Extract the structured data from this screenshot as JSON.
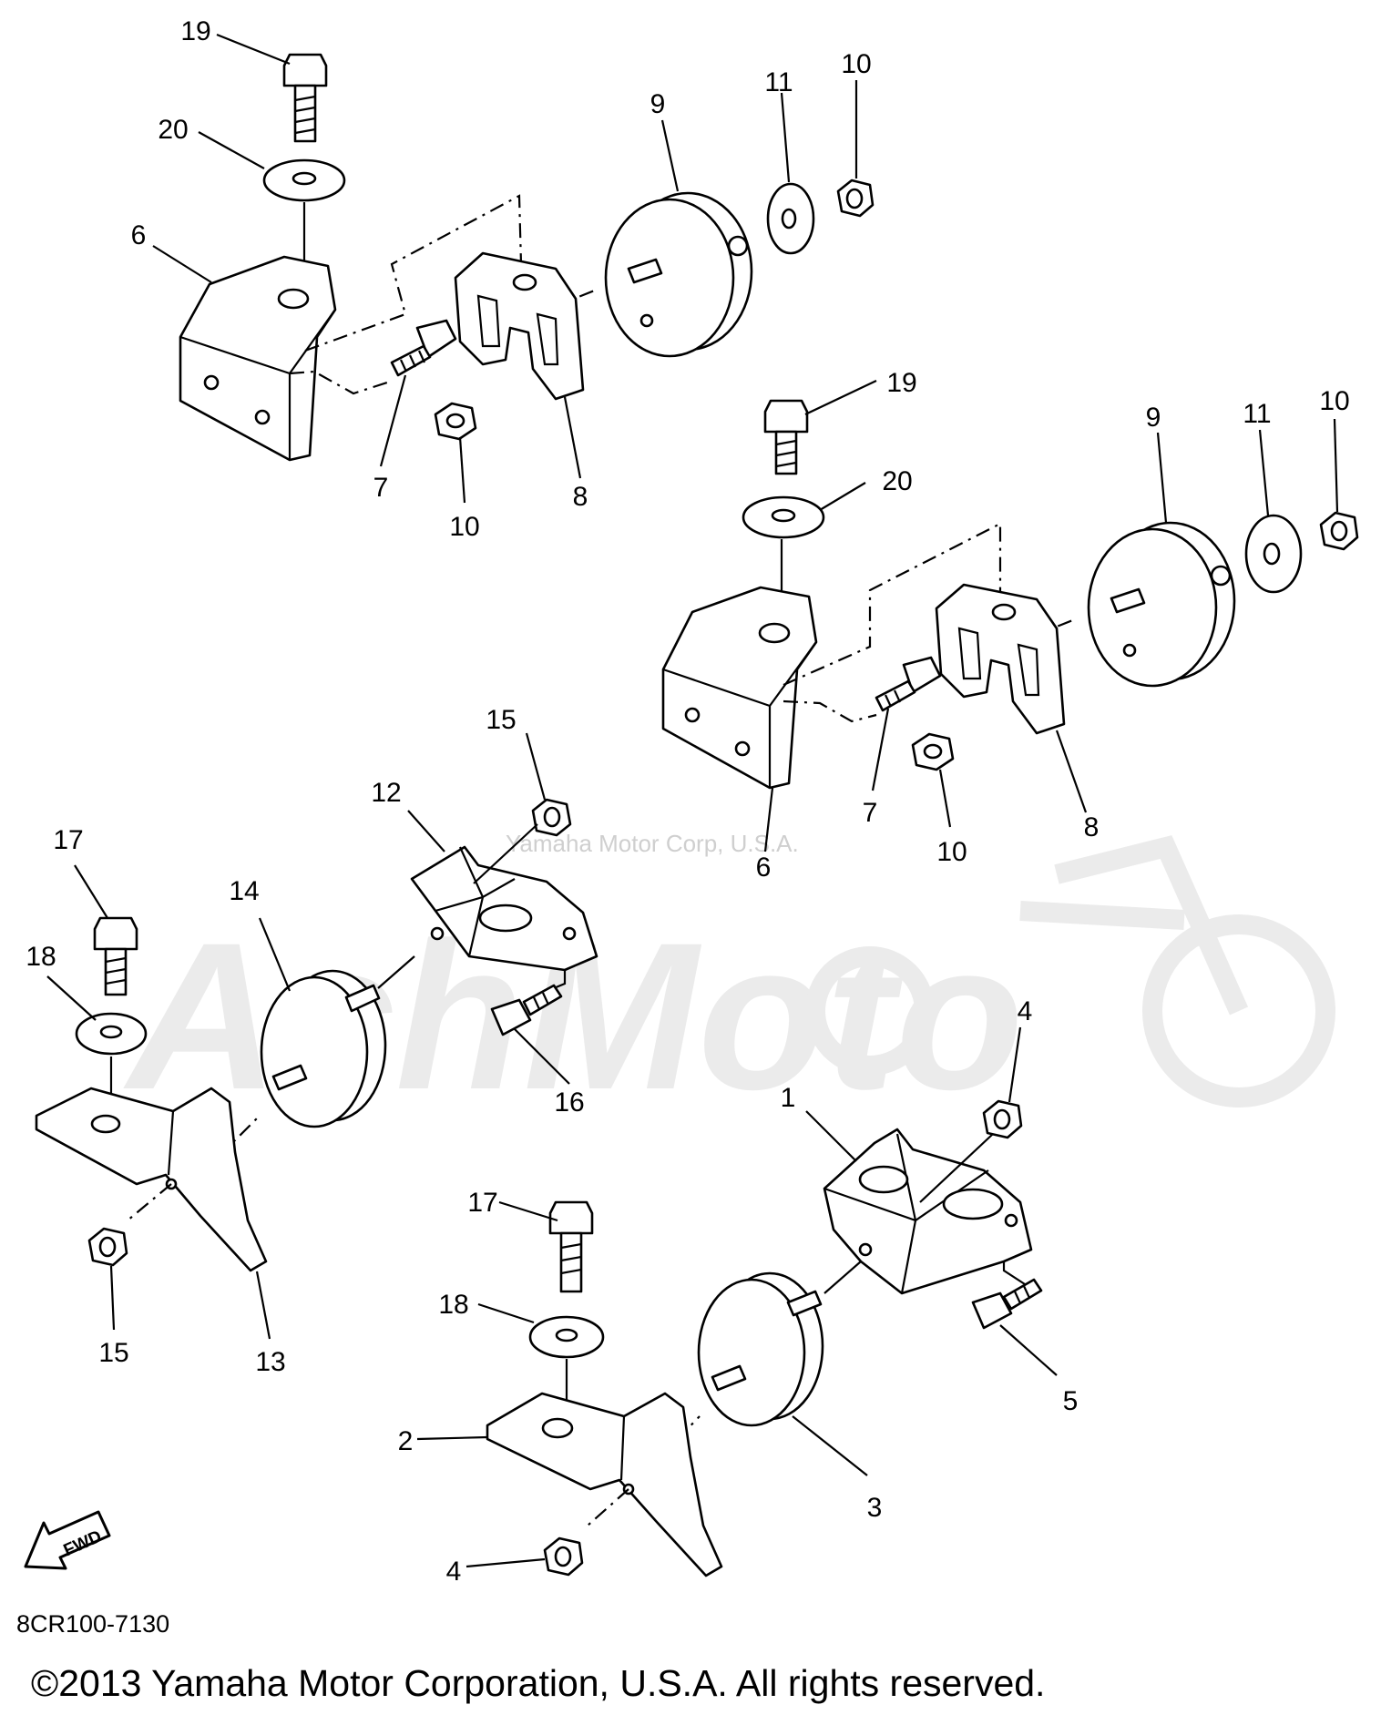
{
  "diagram_code": "8CR100-7130",
  "fwd_label": "FWD",
  "copyright": "©2013 Yamaha Motor Corporation, U.S.A. All rights reserved.",
  "watermark": {
    "small": "Yamaha Motor Corp, U.S.A.",
    "big": "AchMoto"
  },
  "callouts": {
    "c19a": "19",
    "c20a": "20",
    "c6a": "6",
    "c9a": "9",
    "c11a": "11",
    "c10a": "10",
    "c7a": "7",
    "c10b": "10",
    "c8a": "8",
    "c19b": "19",
    "c20b": "20",
    "c9b": "9",
    "c11b": "11",
    "c10c": "10",
    "c7b": "7",
    "c10d": "10",
    "c8b": "8",
    "c6b": "6",
    "c15a": "15",
    "c12": "12",
    "c17a": "17",
    "c14": "14",
    "c18a": "18",
    "c16": "16",
    "c15b": "15",
    "c13": "13",
    "c4a": "4",
    "c1": "1",
    "c17b": "17",
    "c18b": "18",
    "c2": "2",
    "c3": "3",
    "c5": "5",
    "c4b": "4"
  }
}
